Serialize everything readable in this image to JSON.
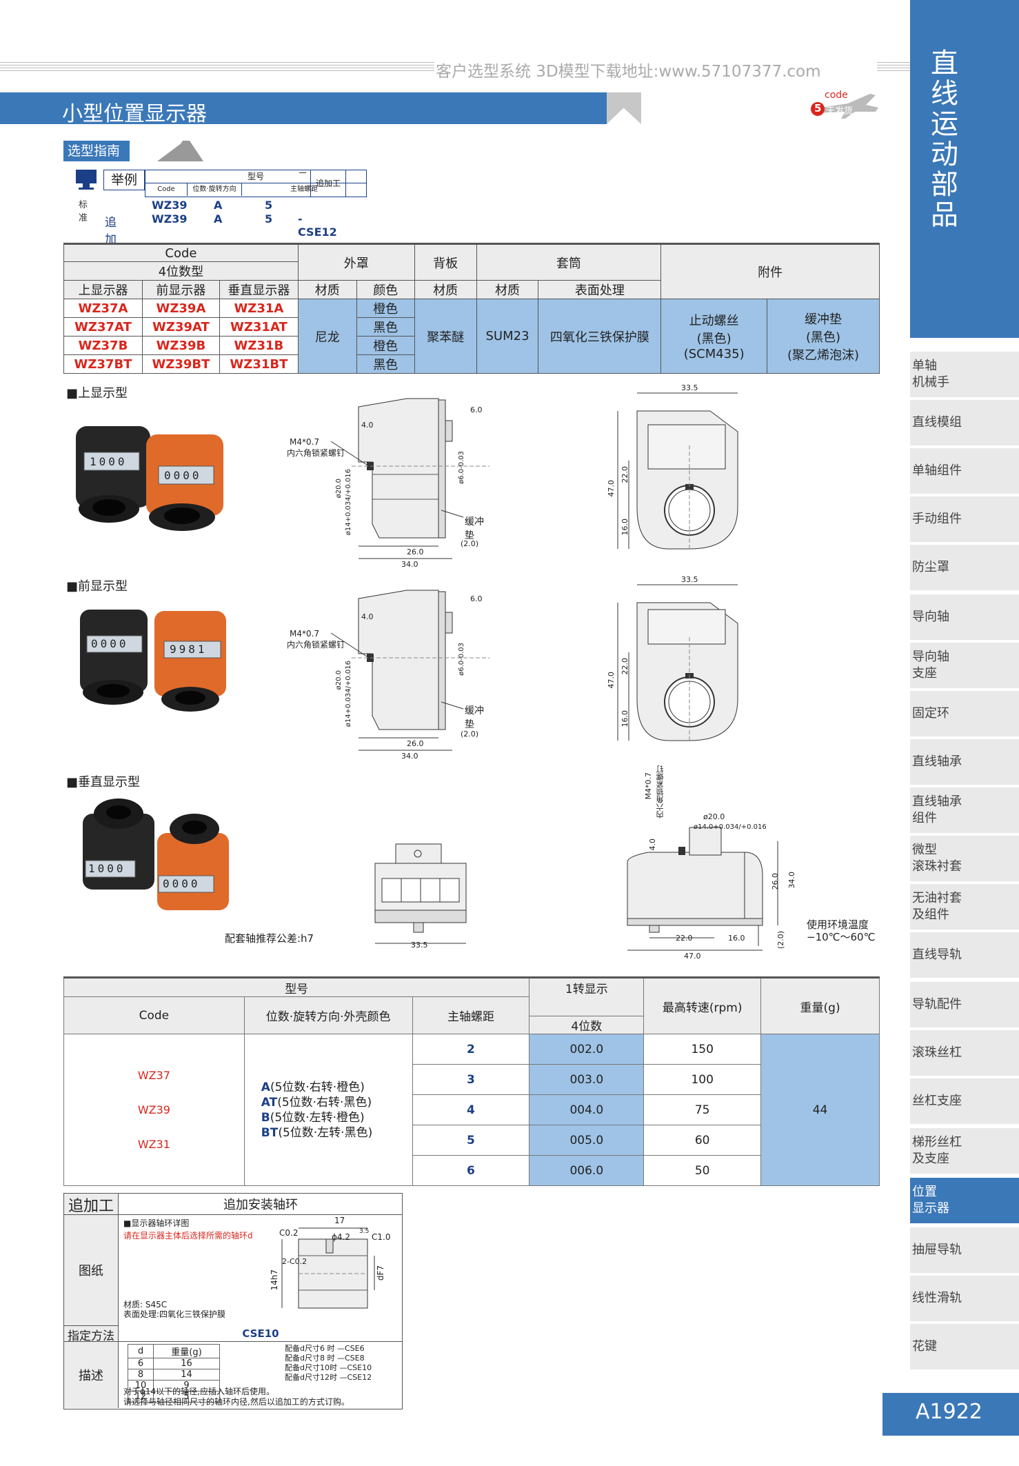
{
  "header": {
    "site_text": "客户选型系统 3D模型下载地址:www.57107377.com",
    "title": "小型位置显示器",
    "code_badge": "code",
    "delivery_badge": "天发货",
    "delivery_days": "5"
  },
  "guide": {
    "tab_label": "选型指南",
    "example_label": "举例",
    "model_label": "型号",
    "code_label": "Code",
    "direction_label": "位数·旋转方向",
    "pitch_label": "主轴螺距",
    "extra_label": "追加工",
    "standard_label": "标准",
    "extra_row_label": "追加工",
    "std_code": "WZ39",
    "std_dir": "A",
    "std_pitch": "5",
    "ext_code": "WZ39",
    "ext_dir": "A",
    "ext_pitch": "5",
    "ext_add": "- CSE12"
  },
  "spec_table": {
    "code_header": "Code",
    "digits_header": "4位数型",
    "col_top": "上显示器",
    "col_front": "前显示器",
    "col_vertical": "垂直显示器",
    "cover_header": "外罩",
    "back_header": "背板",
    "sleeve_header": "套筒",
    "accessory_header": "附件",
    "material": "材质",
    "color": "颜色",
    "surface": "表面处理",
    "rows": [
      {
        "top": "WZ37A",
        "front": "WZ39A",
        "vertical": "WZ31A",
        "color": "橙色"
      },
      {
        "top": "WZ37AT",
        "front": "WZ39AT",
        "vertical": "WZ31AT",
        "color": "黑色"
      },
      {
        "top": "WZ37B",
        "front": "WZ39B",
        "vertical": "WZ31B",
        "color": "橙色"
      },
      {
        "top": "WZ37BT",
        "front": "WZ39BT",
        "vertical": "WZ31BT",
        "color": "黑色"
      }
    ],
    "cover_material": "尼龙",
    "back_material": "聚苯醚",
    "sleeve_material": "SUM23",
    "sleeve_surface": "四氧化三铁保护膜",
    "acc1_l1": "止动螺丝",
    "acc1_l2": "(黑色)",
    "acc1_l3": "(SCM435)",
    "acc2_l1": "缓冲垫",
    "acc2_l2": "(黑色)",
    "acc2_l3": "(聚乙烯泡沫)"
  },
  "sections": {
    "top_type": "■上显示型",
    "front_type": "■前显示型",
    "vertical_type": "■垂直显示型",
    "tolerance_note": "配套轴推荐公差:h7",
    "env_temp_l1": "使用环境温度",
    "env_temp_l2": "−10℃〜60℃"
  },
  "photos": {
    "top_black_digits": "1000",
    "top_orange_digits": "0000",
    "front_black_digits": "0000",
    "front_orange_digits": "9981",
    "vert_black_digits": "1000",
    "vert_orange_digits": "0000"
  },
  "drawings": {
    "screw": "M4*0.7",
    "screw_desc": "内六角锁紧螺钉",
    "d4": "4.0",
    "d6": "6.0",
    "d6b": "ø6.0-0.03",
    "d20": "ø20.0",
    "d14": "ø14+0.034/+0.016",
    "cushion": "缓冲垫",
    "d2": "(2.0)",
    "d26": "26.0",
    "d34": "34.0",
    "d335": "33.5",
    "d47": "47.0",
    "d22": "22.0",
    "d16": "16.0",
    "v_d20": "ø20.0",
    "v_d14": "ø14.0+0.034/+0.016",
    "v_d4": "4.0",
    "v_d26": "26.0",
    "v_d34": "34.0",
    "v_d22": "22.0",
    "v_d16": "16.0",
    "v_d2": "(2.0)",
    "v_d47": "47.0",
    "v_d335": "33.5"
  },
  "model_table": {
    "model_header": "型号",
    "code_header": "Code",
    "dir_header": "位数·旋转方向·外壳颜色",
    "pitch_header": "主轴螺距",
    "disp_header": "1转显示",
    "disp_sub": "4位数",
    "speed_header": "最高转速(rpm)",
    "weight_header": "重量(g)",
    "codes": [
      "WZ37",
      "WZ39",
      "WZ31"
    ],
    "dirs": [
      {
        "key": "A",
        "desc": "(5位数·右转·橙色)"
      },
      {
        "key": "AT",
        "desc": "(5位数·右转·黑色)"
      },
      {
        "key": "B",
        "desc": "(5位数·左转·橙色)"
      },
      {
        "key": "BT",
        "desc": "(5位数·左转·黑色)"
      }
    ],
    "rows": [
      {
        "pitch": "2",
        "disp": "002.0",
        "speed": "150"
      },
      {
        "pitch": "3",
        "disp": "003.0",
        "speed": "100"
      },
      {
        "pitch": "4",
        "disp": "004.0",
        "speed": "75"
      },
      {
        "pitch": "5",
        "disp": "005.0",
        "speed": "60"
      },
      {
        "pitch": "6",
        "disp": "006.0",
        "speed": "50"
      }
    ],
    "weight": "44"
  },
  "extra_box": {
    "header_left": "追加工",
    "header_title": "追加安装轴环",
    "drawing_label": "图纸",
    "detail_title": "■显示器轴环详图",
    "detail_note": "请在显示器主体后选择所需的轴环d",
    "material": "材质: S45C",
    "surface": "表面处理:四氧化三铁保护膜",
    "dim17": "17",
    "dimC02": "C0.2",
    "dim42": "ϕ4.2",
    "dim35": "3.5",
    "dimC10": "C1.0",
    "dim14": "14h7",
    "dim2": "2-C0.2",
    "dimdf7": "dF7",
    "method_label": "指定方法",
    "method_value": "CSE10",
    "desc_label": "描述",
    "d_header": "d",
    "w_header": "重量(g)",
    "sizes": [
      {
        "d": "6",
        "w": "16",
        "note": "配备d尺寸6 时 —CSE6"
      },
      {
        "d": "8",
        "w": "14",
        "note": "配备d尺寸8 时 —CSE8"
      },
      {
        "d": "10",
        "w": "9",
        "note": "配备d尺寸10时 —CSE10"
      },
      {
        "d": "12",
        "w": "5",
        "note": "配备d尺寸12时 —CSE12"
      }
    ],
    "note1": "对于ϕ14以下的轴径,应插入轴环后使用。",
    "note2": "请选择与轴径相同尺寸的轴环内径,然后以追加工的方式订购。"
  },
  "sidebar": {
    "title_chars": [
      "直",
      "线",
      "运",
      "动",
      "部",
      "品"
    ],
    "items": [
      {
        "l1": "单轴",
        "l2": "机械手"
      },
      {
        "l1": "直线模组",
        "l2": ""
      },
      {
        "l1": "单轴组件",
        "l2": ""
      },
      {
        "l1": "手动组件",
        "l2": ""
      },
      {
        "l1": "防尘罩",
        "l2": ""
      },
      {
        "l1": "导向轴",
        "l2": ""
      },
      {
        "l1": "导向轴",
        "l2": "支座"
      },
      {
        "l1": "固定环",
        "l2": ""
      },
      {
        "l1": "直线轴承",
        "l2": ""
      },
      {
        "l1": "直线轴承",
        "l2": "组件"
      },
      {
        "l1": "微型",
        "l2": "滚珠衬套"
      },
      {
        "l1": "无油衬套",
        "l2": "及组件"
      },
      {
        "l1": "直线导轨",
        "l2": ""
      },
      {
        "l1": "导轨配件",
        "l2": ""
      },
      {
        "l1": "滚珠丝杠",
        "l2": ""
      },
      {
        "l1": "丝杠支座",
        "l2": ""
      },
      {
        "l1": "梯形丝杠",
        "l2": "及支座"
      },
      {
        "l1": "位置",
        "l2": "显示器"
      },
      {
        "l1": "抽屉导轨",
        "l2": ""
      },
      {
        "l1": "线性滑轨",
        "l2": ""
      },
      {
        "l1": "花键",
        "l2": ""
      }
    ],
    "page_number": "A1922"
  },
  "colors": {
    "brand_blue": "#3b78b8",
    "cell_blue": "#9ec3e6",
    "code_red": "#d8261c",
    "body_orange": "#e06a2a"
  }
}
